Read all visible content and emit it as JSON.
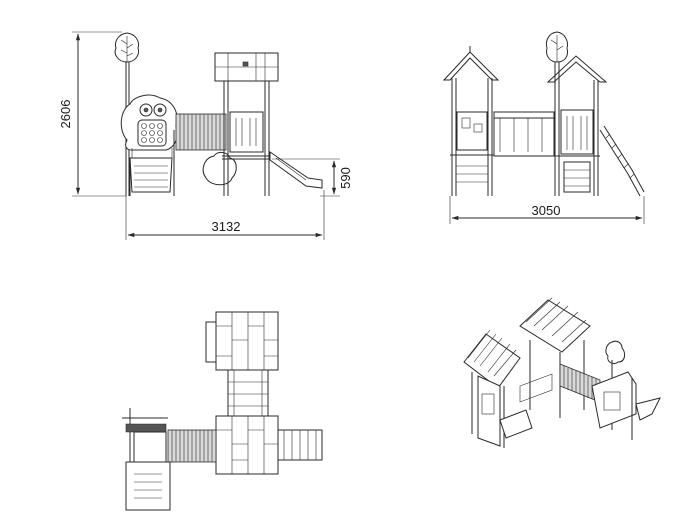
{
  "dimensions": {
    "side_height": "2606",
    "side_width": "3132",
    "platform_height": "590",
    "front_width": "3050"
  },
  "colors": {
    "line": "#2a2a2a",
    "fill_gray": "#d9d9d9",
    "background": "#ffffff"
  }
}
